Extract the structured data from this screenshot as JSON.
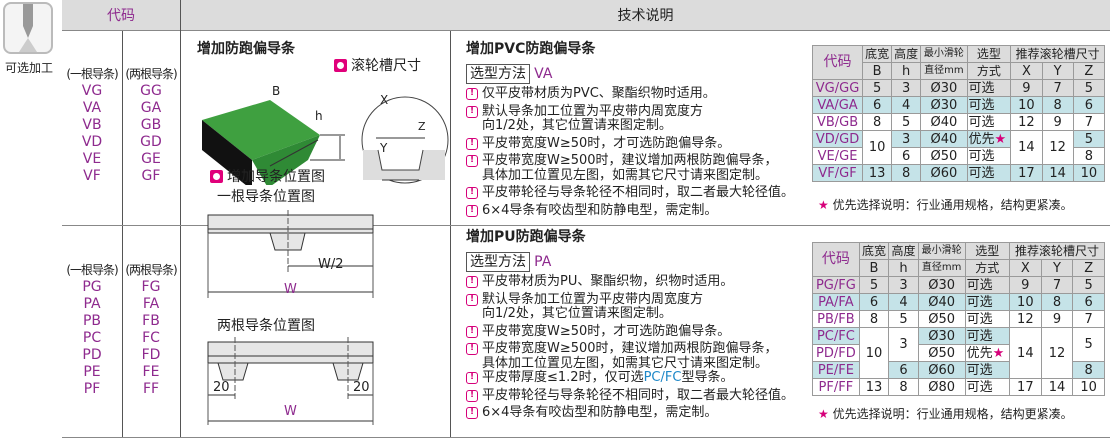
{
  "header": {
    "code": "代码",
    "tech": "技术说明"
  },
  "icon": {
    "name": "drill-bit-icon",
    "label": "可选加工"
  },
  "codes": {
    "one_label": "(一根导条)",
    "two_label": "(两根导条)",
    "pvc_one": [
      "VG",
      "VA",
      "VB",
      "VD",
      "VE",
      "VF"
    ],
    "pvc_two": [
      "GG",
      "GA",
      "GB",
      "GD",
      "GE",
      "GF"
    ],
    "pu_one": [
      "PG",
      "PA",
      "PB",
      "PC",
      "PD",
      "PE",
      "PF"
    ],
    "pu_two": [
      "FG",
      "FA",
      "FB",
      "FC",
      "FD",
      "FE",
      "FF"
    ]
  },
  "diagram": {
    "title": "增加防跑偏导条",
    "groove_label": "滚轮槽尺寸",
    "position_label": "增加导条位置图",
    "one_title": "一根导条位置图",
    "two_title": "两根导条位置图",
    "B": "B",
    "h": "h",
    "X": "X",
    "Y": "Y",
    "Z": "Z",
    "W": "W",
    "W2": "W/2",
    "d20": "20"
  },
  "pvc": {
    "title": "增加PVC防跑偏导条",
    "method_label": "选型方法",
    "method_code": "VA",
    "notes": [
      "仅平皮带材质为PVC、聚酯织物时适用。",
      "默认导条加工位置为平皮带内周宽度方",
      "向1/2处，其它位置请来图定制。",
      "平皮带宽度W≥50时，才可选防跑偏导条。",
      "平皮带宽度W≥500时，建议增加两根防跑偏导条，",
      "具体加工位置见左图，如需其它尺寸请来图定制。",
      "平皮带轮径与导条轮径不相同时，取二者最大轮径值。",
      "6×4导条有咬齿型和防静电型，需定制。"
    ]
  },
  "pu": {
    "title": "增加PU防跑偏导条",
    "method_label": "选型方法",
    "method_code": "PA",
    "notes": [
      "平皮带材质为PU、聚酯织物，织物时适用。",
      "默认导条加工位置为平皮带内周宽度方",
      "向1/2处，其它位置请来图定制。",
      "平皮带宽度W≥50时，才可选防跑偏导条。",
      "平皮带宽度W≥500时，建议增加两根防跑偏导条，",
      "具体加工位置见左图，如需其它尺寸请来图定制。"
    ],
    "note_thick_pre": "平皮带厚度≤1.2时，仅可选",
    "note_thick_hl": "PC/FC",
    "note_thick_post": "型导条。",
    "notes_end": [
      "平皮带轮径与导条轮径不相同时，取二者最大轮径值。",
      "6×4导条有咬齿型和防静电型，需定制。"
    ]
  },
  "table_head": {
    "code": "代码",
    "b1": "底宽",
    "b2": "B",
    "h1": "高度",
    "h2": "h",
    "d1": "最小滑轮",
    "d2": "直径mm",
    "s1": "选型",
    "s2": "方式",
    "r": "推荐滚轮槽尺寸",
    "x": "X",
    "y": "Y",
    "z": "Z"
  },
  "t1": [
    [
      "VG/GG",
      "5",
      "3",
      "Ø30",
      "可选",
      "9",
      "7",
      "5"
    ],
    [
      "VA/GA",
      "6",
      "4",
      "Ø30",
      "可选",
      "10",
      "8",
      "6"
    ],
    [
      "VB/GB",
      "8",
      "5",
      "Ø40",
      "可选",
      "12",
      "9",
      "7"
    ],
    [
      "VD/GD",
      "10",
      "3",
      "Ø40",
      "优先",
      "14",
      "12",
      "5"
    ],
    [
      "VE/GE",
      "",
      "6",
      "Ø50",
      "可选",
      "",
      "",
      "8"
    ],
    [
      "VF/GF",
      "13",
      "8",
      "Ø60",
      "可选",
      "17",
      "14",
      "10"
    ]
  ],
  "t2": [
    [
      "PG/FG",
      "5",
      "3",
      "Ø30",
      "可选",
      "9",
      "7",
      "5"
    ],
    [
      "PA/FA",
      "6",
      "4",
      "Ø40",
      "可选",
      "10",
      "8",
      "6"
    ],
    [
      "PB/FB",
      "8",
      "5",
      "Ø50",
      "可选",
      "12",
      "9",
      "7"
    ],
    [
      "PC/FC",
      "10",
      "3",
      "Ø30",
      "可选",
      "14",
      "12",
      "5"
    ],
    [
      "PD/FD",
      "",
      "",
      "Ø50",
      "优先",
      "",
      "",
      ""
    ],
    [
      "PE/FE",
      "",
      "6",
      "Ø60",
      "可选",
      "",
      "",
      "8"
    ],
    [
      "PF/FF",
      "13",
      "8",
      "Ø80",
      "可选",
      "17",
      "14",
      "10"
    ]
  ],
  "star": "★",
  "footnote": "优先选择说明：行业通用规格，结构更紧凑。",
  "colors": {
    "purple": "#8e2a8e",
    "magenta": "#d6007a",
    "teal": "#c5e3e8",
    "green": "#3a9a3a",
    "blue": "#1e88c8"
  }
}
